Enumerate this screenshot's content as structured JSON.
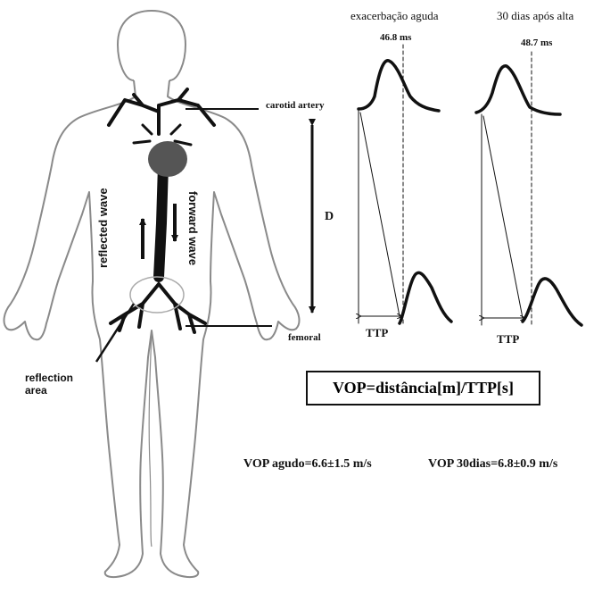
{
  "figure": {
    "labels": {
      "carotid": "carotid artery",
      "femoral": "femoral",
      "distance": "D",
      "forward_wave": "forward wave",
      "reflected_wave": "reflected wave",
      "reflection_area": "reflection area"
    },
    "panels": [
      {
        "title": "exacerbação aguda",
        "delay": "46.8 ms",
        "ttp": "TTP"
      },
      {
        "title": "30 dias após alta",
        "delay": "48.7 ms",
        "ttp": "TTP"
      }
    ],
    "formula": "VOP=distância[m]/TTP[s]",
    "results": {
      "acute": "VOP agudo=6.6±1.5 m/s",
      "day30": "VOP 30dias=6.8±0.9 m/s"
    },
    "colors": {
      "ink": "#111111",
      "body_outline": "#8a8a8a",
      "vessel": "#111111",
      "heart": "#555555"
    }
  }
}
